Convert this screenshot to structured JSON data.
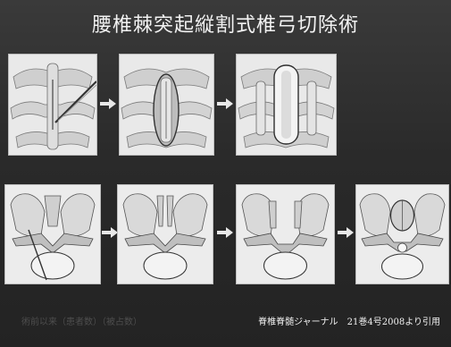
{
  "title": "腰椎棘突起縦割式椎弓切除術",
  "watermark": "術前以来（患者数）（被占数）",
  "credit": "脊椎脊髄ジャーナル　21巻4号2008より引用",
  "icons": {
    "step_arrow": "right-arrow-icon"
  }
}
